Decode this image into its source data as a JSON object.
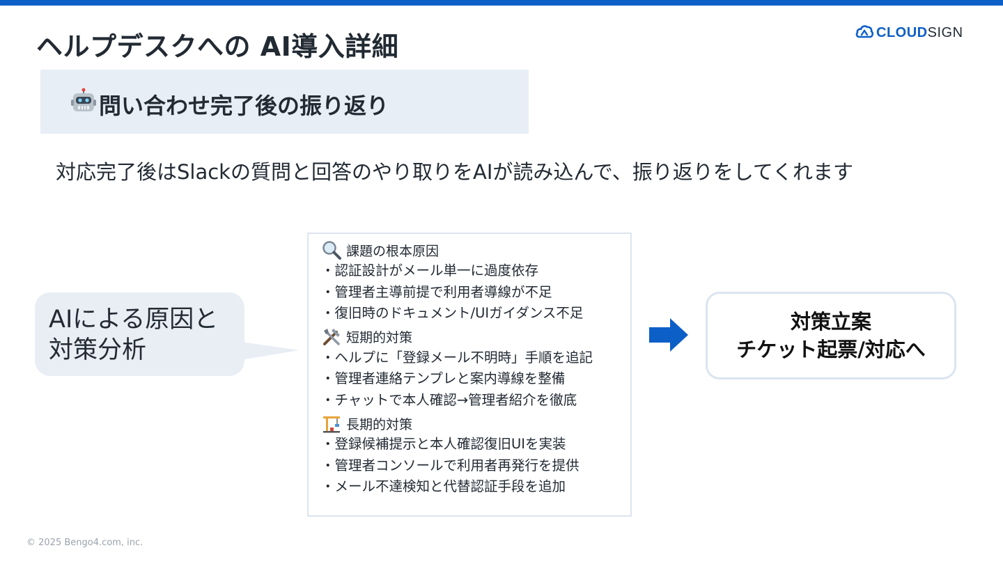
{
  "header": {
    "title": "ヘルプデスクへの AI導入詳細",
    "logo_primary": "CLOUD",
    "logo_secondary": "SIGN",
    "logo_icon": "cloud-sign-icon"
  },
  "section": {
    "icon": "robot-icon",
    "heading": "問い合わせ完了後の振り返り"
  },
  "subtitle": "対応完了後はSlackの質問と回答のやり取りをAIが読み込んで、振り返りをしてくれます",
  "bubble": {
    "lines": [
      "AIによる原因と",
      "対策分析"
    ]
  },
  "analysis": {
    "sections": [
      {
        "icon": "magnifier-icon",
        "heading": "課題の根本原因",
        "items": [
          "・認証設計がメール単一に過度依存",
          "・管理者主導前提で利用者導線が不足",
          "・復旧時のドキュメント/UIガイダンス不足"
        ]
      },
      {
        "icon": "tools-icon",
        "heading": "短期的対策",
        "items": [
          "・ヘルプに「登録メール不明時」手順を追記",
          "・管理者連絡テンプレと案内導線を整備",
          "・チャットで本人確認→管理者紹介を徹底"
        ]
      },
      {
        "icon": "crane-icon",
        "heading": "長期的対策",
        "items": [
          "・登録候補提示と本人確認復旧UIを実装",
          "・管理者コンソールで利用者再発行を提供",
          "・メール不達検知と代替認証手段を追加"
        ]
      }
    ]
  },
  "result": {
    "lines": [
      "対策立案",
      "チケット起票/対応へ"
    ]
  },
  "footer": {
    "copyright": "© 2025 Bengo4.com, inc."
  },
  "colors": {
    "accent": "#0d5fc8",
    "band": "#e8eef6",
    "bubble": "#e9eef5"
  }
}
